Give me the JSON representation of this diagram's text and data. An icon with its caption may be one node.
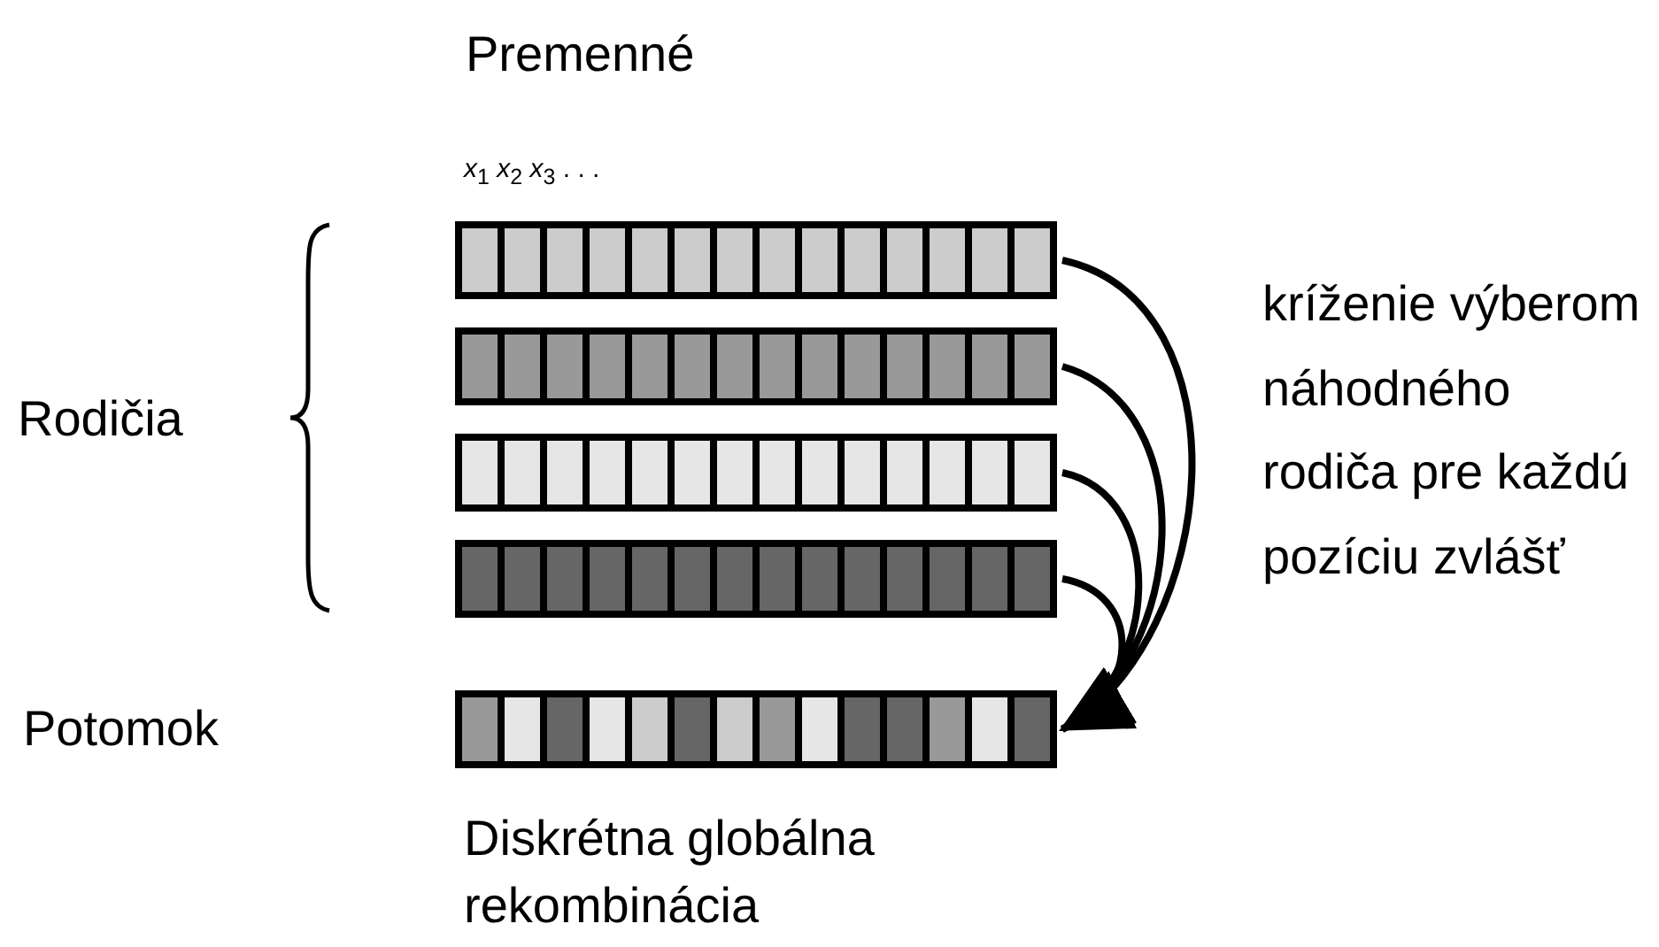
{
  "diagram": {
    "title": "Premenné",
    "nodes": [
      {
        "text": [],
        "shape": "bar"
      },
      {
        "text": [],
        "shape": "bar"
      },
      {
        "text": [],
        "shape": "bar"
      },
      {
        "text": [],
        "shape": "bar"
      },
      {
        "text": [],
        "shape": "bar"
      }
    ],
    "edges": [
      {
        "from": 0,
        "to": 4,
        "arrow": "to"
      },
      {
        "from": 1,
        "to": 4,
        "arrow": "to"
      },
      {
        "from": 2,
        "to": 4,
        "arrow": "to"
      },
      {
        "from": 3,
        "to": 4,
        "arrow": "to"
      }
    ],
    "labels": [
      "*x*$_{1}$ *x*$_{2}$ *x*$_{3}$ . . .",
      "Rodičia",
      "Potomok",
      "kríženie výberom náhodného rodiča pre každú pozíciu zvlášť",
      "Diskrétna globálna rekombinácia"
    ]
  }
}
